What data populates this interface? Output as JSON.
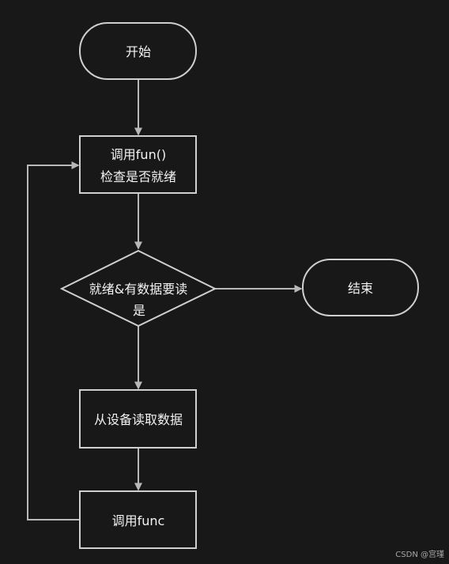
{
  "diagram": {
    "nodes": {
      "start": {
        "label": "开始"
      },
      "call_fun": {
        "label_line1": "调用fun()",
        "label_line2": "检查是否就绪"
      },
      "decision": {
        "label_line1": "就绪&有数据要读",
        "label_line2": "是"
      },
      "end": {
        "label": "结束"
      },
      "read_data": {
        "label": "从设备读取数据"
      },
      "call_func": {
        "label": "调用func"
      }
    },
    "colors": {
      "background": "#181818",
      "stroke": "#cfcfcf",
      "edge": "#b8b8b8",
      "text": "#f2f2f2",
      "watermark": "#a7a7a7"
    }
  },
  "watermark": {
    "text": "CSDN @宫瑾"
  }
}
